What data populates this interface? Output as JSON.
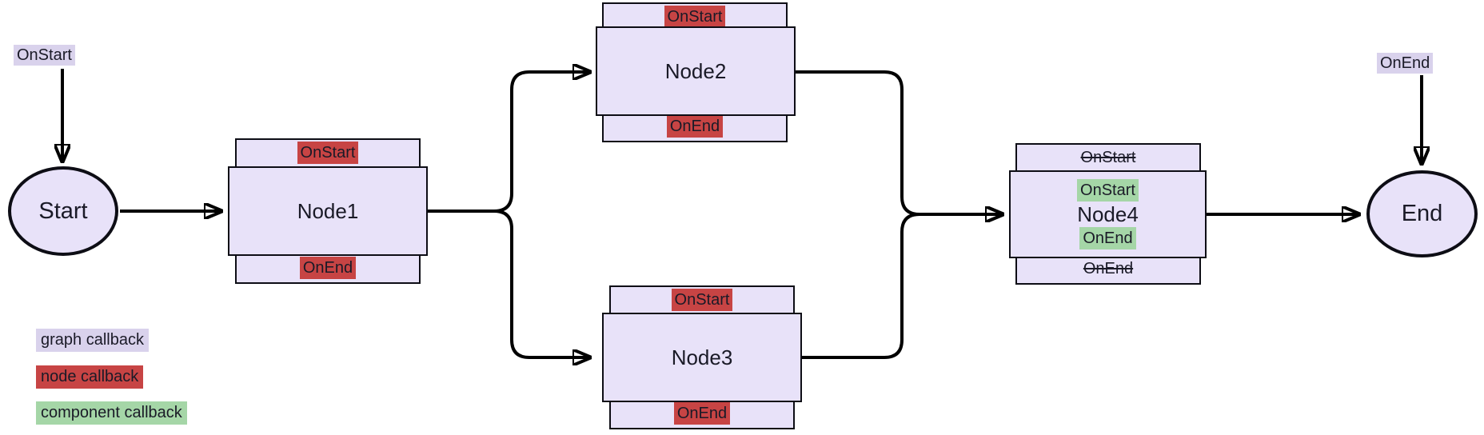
{
  "diagram": {
    "type": "flowchart",
    "terminals": {
      "start": "Start",
      "end": "End"
    },
    "graph_callbacks": {
      "on_start": "OnStart",
      "on_end": "OnEnd"
    },
    "nodes": [
      {
        "id": "node1",
        "title": "Node1",
        "top_tab": "OnStart",
        "bottom_tab": "OnEnd",
        "tab_callback_type": "node"
      },
      {
        "id": "node2",
        "title": "Node2",
        "top_tab": "OnStart",
        "bottom_tab": "OnEnd",
        "tab_callback_type": "node"
      },
      {
        "id": "node3",
        "title": "Node3",
        "top_tab": "OnStart",
        "bottom_tab": "OnEnd",
        "tab_callback_type": "node"
      },
      {
        "id": "node4",
        "title": "Node4",
        "top_tab": "OnStart",
        "bottom_tab": "OnEnd",
        "tab_callback_type": "graph-strikethrough",
        "component_callbacks": {
          "on_start": "OnStart",
          "on_end": "OnEnd"
        }
      }
    ],
    "legend": [
      {
        "label": "graph callback",
        "type": "graph"
      },
      {
        "label": "node callback",
        "type": "node"
      },
      {
        "label": "component callback",
        "type": "component"
      }
    ],
    "colors": {
      "node_fill": "#e8e2f9",
      "graph_callback_bg": "#d9d2ec",
      "node_callback_bg": "#c74444",
      "component_callback_bg": "#a5d6a7",
      "edge_color": "#000000",
      "text_color": "#1a1a27"
    }
  }
}
